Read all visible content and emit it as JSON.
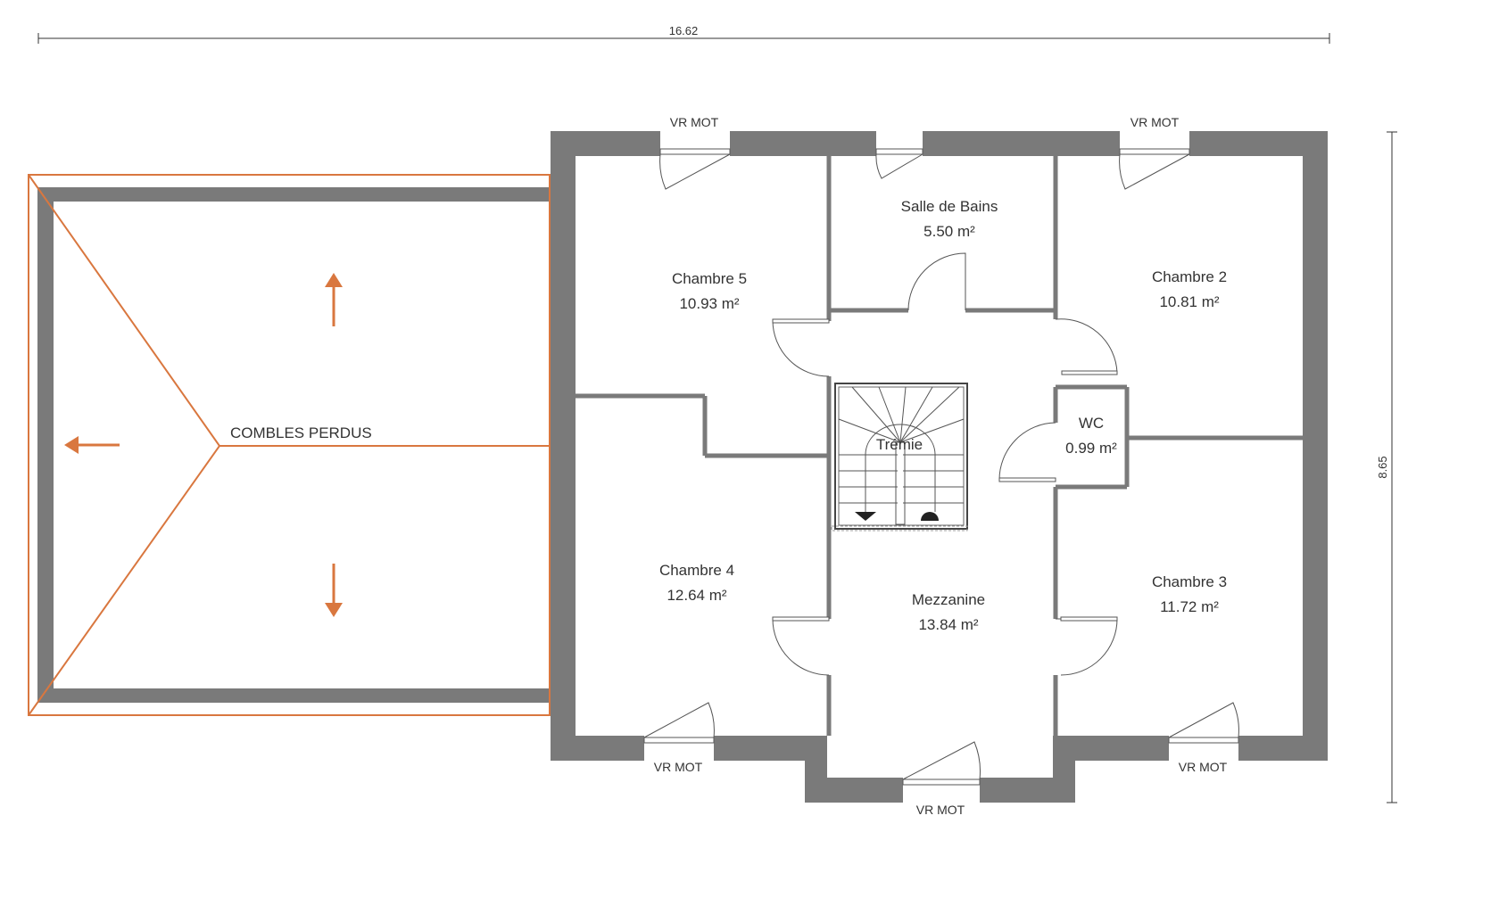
{
  "dimensions": {
    "width_label": "16.62",
    "height_label": "8.65"
  },
  "attic": {
    "label": "COMBLES PERDUS"
  },
  "rooms": [
    {
      "id": "chambre-5",
      "name": "Chambre 5",
      "area": "10.93 m²"
    },
    {
      "id": "salle-de-bains",
      "name": "Salle de Bains",
      "area": "5.50 m²"
    },
    {
      "id": "chambre-2",
      "name": "Chambre 2",
      "area": "10.81 m²"
    },
    {
      "id": "wc",
      "name": "WC",
      "area": "0.99 m²"
    },
    {
      "id": "chambre-4",
      "name": "Chambre 4",
      "area": "12.64 m²"
    },
    {
      "id": "mezzanine",
      "name": "Mezzanine",
      "area": "13.84 m²"
    },
    {
      "id": "chambre-3",
      "name": "Chambre 3",
      "area": "11.72 m²"
    }
  ],
  "stair": {
    "label": "Trémie"
  },
  "windows": {
    "top_left": "VR MOT",
    "top_right": "VR MOT",
    "bottom_left": "VR MOT",
    "bottom_center": "VR MOT",
    "bottom_right": "VR MOT"
  },
  "colors": {
    "wall": "#7a7a7a",
    "roof_outline": "#d9773f",
    "partition": "#7a7a7a",
    "text": "#333333"
  }
}
